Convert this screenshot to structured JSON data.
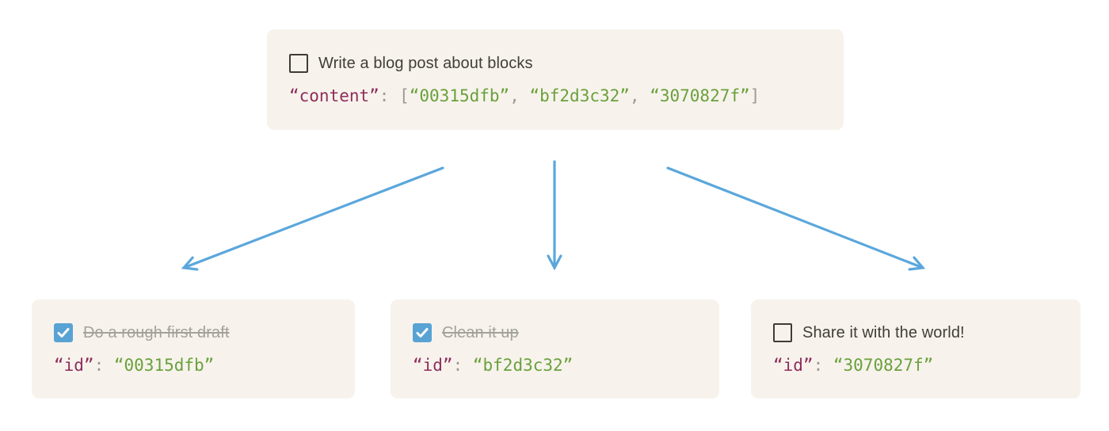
{
  "colors": {
    "box_background": "#f7f3ec",
    "arrow_blue": "#5ba7dc",
    "checkbox_blue": "#58a3d4",
    "checkbox_border": "#3f3c37",
    "code_key": "#8e2c5c",
    "code_value": "#6aa03c",
    "code_punctuation": "#9b9a97",
    "text_primary": "#403d38",
    "text_strikethrough": "#a3a19c"
  },
  "parent_box": {
    "title": "Write a blog post about blocks",
    "checked": false,
    "code": {
      "key": "“content”",
      "separator": ": ",
      "bracket_open": "[",
      "value_1": "“00315dfb”",
      "comma_1": ", ",
      "value_2": "“bf2d3c32”",
      "comma_2": ", ",
      "value_3": "“3070827f”",
      "bracket_close": "]"
    }
  },
  "child_boxes": [
    {
      "title": "Do a rough first draft",
      "checked": true,
      "code": {
        "key": "“id”",
        "separator": ": ",
        "value": "“00315dfb”"
      }
    },
    {
      "title": "Clean it up",
      "checked": true,
      "code": {
        "key": "“id”",
        "separator": ": ",
        "value": "“bf2d3c32”"
      }
    },
    {
      "title": "Share it with the world!",
      "checked": false,
      "code": {
        "key": "“id”",
        "separator": ": ",
        "value": "“3070827f”"
      }
    }
  ]
}
